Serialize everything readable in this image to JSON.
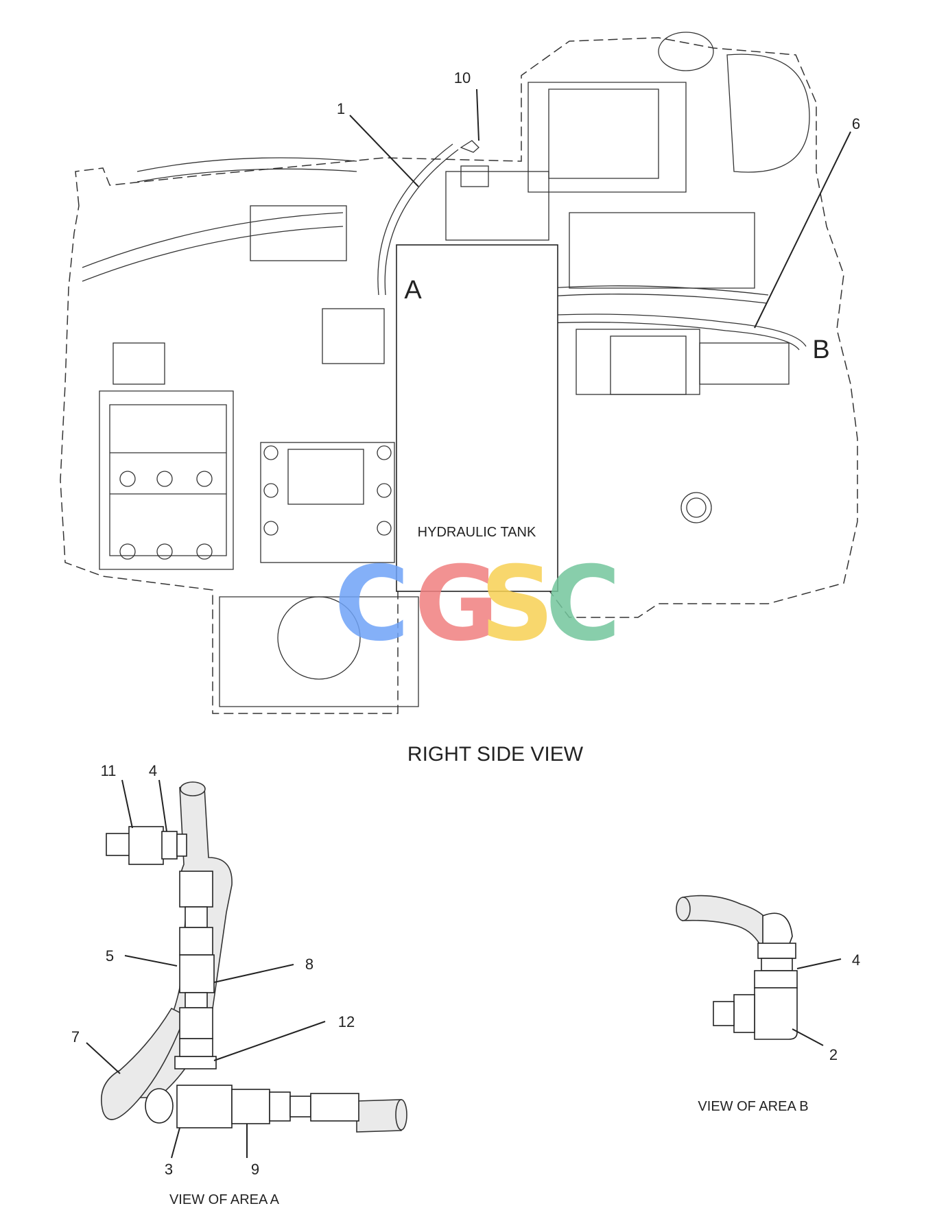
{
  "views": {
    "main_caption": "RIGHT SIDE VIEW",
    "area_a_caption": "VIEW OF AREA A",
    "area_b_caption": "VIEW OF AREA B"
  },
  "main_view": {
    "tank_label": "HYDRAULIC TANK",
    "area_markers": {
      "a": "A",
      "b": "B"
    },
    "callouts": {
      "c1": "1",
      "c10": "10",
      "c6": "6"
    }
  },
  "area_a": {
    "callouts": {
      "c11": "11",
      "c4": "4",
      "c5": "5",
      "c8": "8",
      "c12": "12",
      "c7": "7",
      "c3": "3",
      "c9": "9"
    }
  },
  "area_b": {
    "callouts": {
      "c4": "4",
      "c2": "2"
    }
  },
  "watermark": {
    "letters": [
      "C",
      "G",
      "S",
      "C"
    ],
    "colors": [
      "#6fa3f7",
      "#f08080",
      "#f7d154",
      "#74c69d"
    ]
  }
}
